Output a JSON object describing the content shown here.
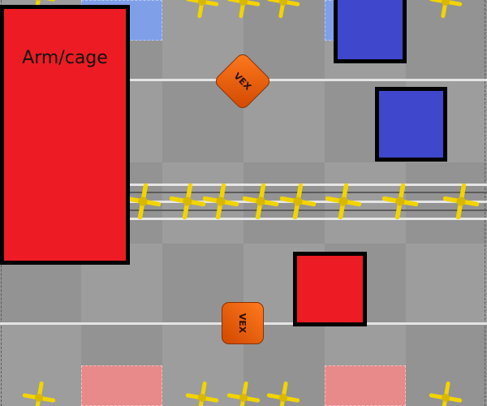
{
  "arm_cage": {
    "label": "Arm/cage",
    "color": "#ed1c24"
  },
  "cube_logo": "VEX",
  "colors": {
    "red_block": "#ed1c24",
    "blue_block": "#3f48cc",
    "star": "#f2d400",
    "cube": "#e8620e",
    "blue_zone": "#7f9fe8",
    "red_zone": "#e88a8a"
  },
  "stars": {
    "top_row_count": 5,
    "fence_row_count": 8,
    "bottom_row_count": 5
  }
}
